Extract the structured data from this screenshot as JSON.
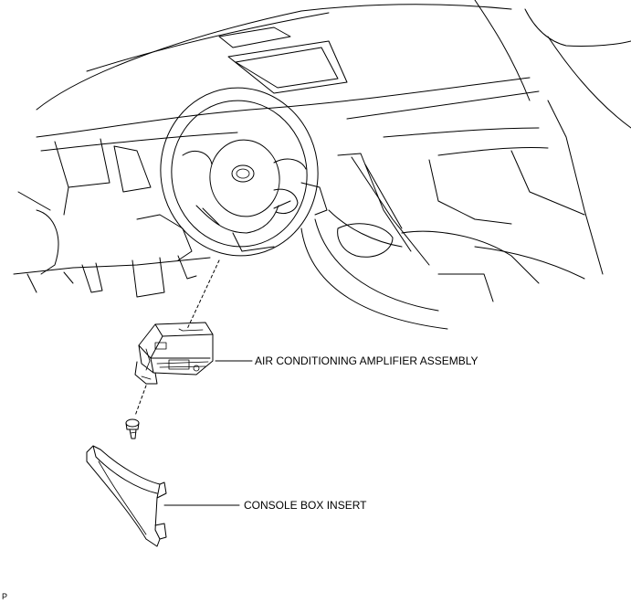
{
  "callouts": {
    "amplifier": "AIR CONDITIONING AMPLIFIER ASSEMBLY",
    "console_insert": "CONSOLE BOX INSERT"
  },
  "corner_mark": "P"
}
